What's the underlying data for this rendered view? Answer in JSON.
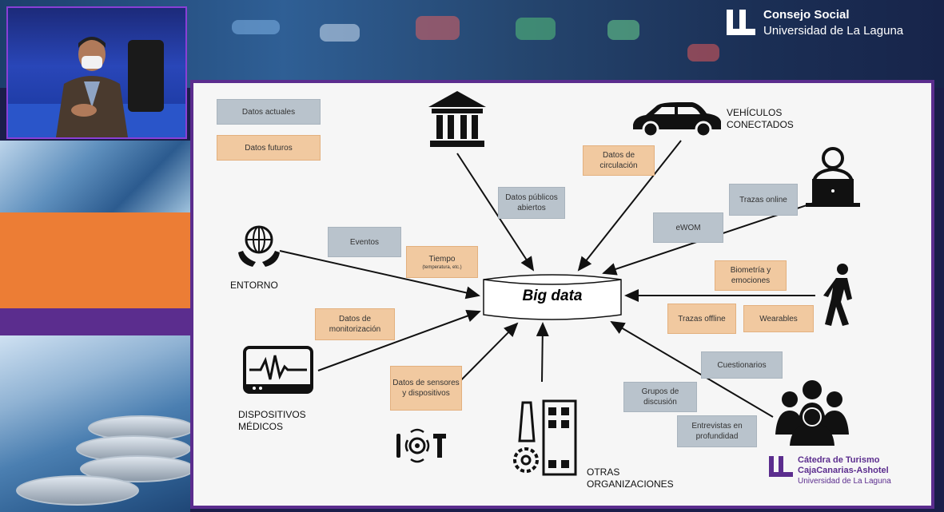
{
  "branding": {
    "top_logo_line1": "Consejo Social",
    "top_logo_line2": "Universidad de La Laguna",
    "bottom_logo_line1": "Cátedra de Turismo",
    "bottom_logo_line2": "CajaCanarias-Ashotel",
    "bottom_logo_line3": "Universidad de La Laguna",
    "accent": "#5b2d8e",
    "orange": "#ec7d35"
  },
  "diagram": {
    "center": "Big data",
    "legend": {
      "current": "Datos actuales",
      "future": "Datos futuros"
    },
    "sources": {
      "institutions_icon": "bank-icon",
      "vehicles": "VEHÍCULOS CONECTADOS",
      "entorno": "ENTORNO",
      "medical": "DISPOSITIVOS MÉDICOS",
      "iot": "IOT",
      "orgs": "OTRAS ORGANIZACIONES"
    },
    "data_boxes": {
      "datos_publicos": "Datos públicos abiertos",
      "datos_circulacion": "Datos de circulación",
      "trazas_online": "Trazas online",
      "ewom": "eWOM",
      "biometria": "Biometría y emociones",
      "trazas_offline": "Trazas offline",
      "wearables": "Wearables",
      "cuestionarios": "Cuestionarios",
      "grupos": "Grupos de discusión",
      "entrevistas": "Entrevistas en profundidad",
      "eventos": "Eventos",
      "tiempo": "Tiempo",
      "tiempo_sub": "(temperatura, etc.)",
      "monitorizacion": "Datos de monitorización",
      "sensores": "Datos de sensores y dispositivos"
    }
  }
}
